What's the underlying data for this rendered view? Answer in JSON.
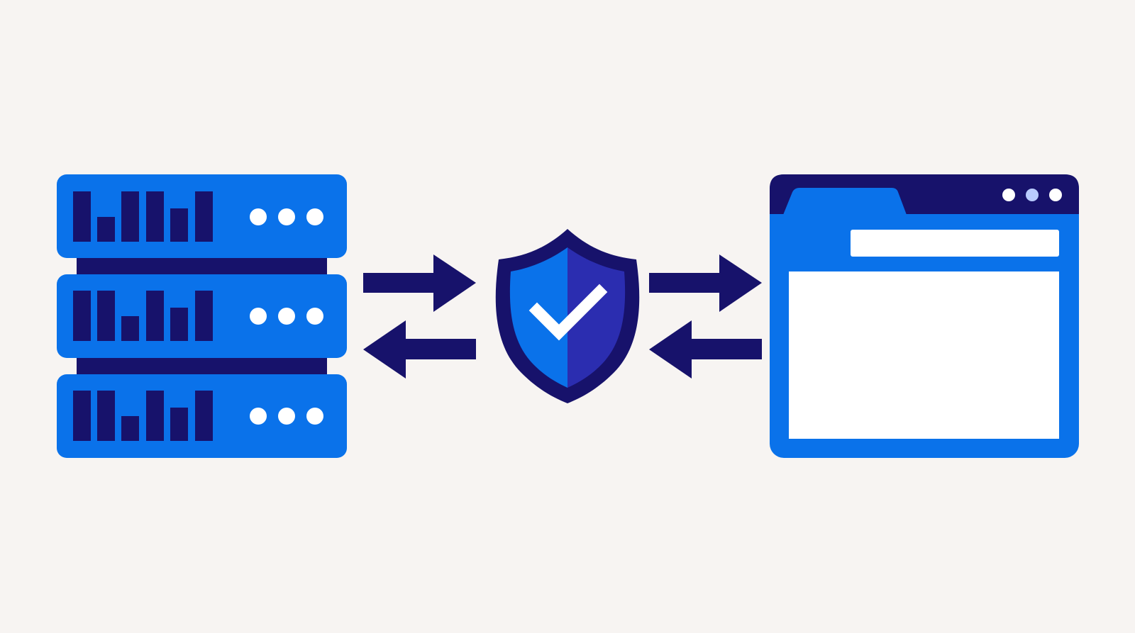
{
  "colors": {
    "background": "#f7f4f2",
    "primary_blue": "#0a72ea",
    "navy": "#17126b",
    "shield_right": "#2b2db0",
    "white": "#ffffff",
    "light_dot": "#b9ccff"
  },
  "server": {
    "icon": "server-rack-icon",
    "units": [
      {
        "bars": [
          1,
          0.45,
          1,
          1,
          0.65,
          1
        ],
        "indicator_lights": 3
      },
      {
        "bars": [
          1,
          1,
          0.5,
          1,
          0.65,
          1
        ],
        "indicator_lights": 3
      },
      {
        "bars": [
          1,
          1,
          0.5,
          1,
          0.65,
          1
        ],
        "indicator_lights": 3
      }
    ]
  },
  "shield": {
    "icon": "security-shield-check-icon"
  },
  "browser": {
    "icon": "browser-window-icon",
    "window_controls": 3
  },
  "arrows": [
    {
      "name": "server-to-shield-arrow",
      "direction": "right"
    },
    {
      "name": "shield-to-server-arrow",
      "direction": "left"
    },
    {
      "name": "shield-to-browser-arrow",
      "direction": "right"
    },
    {
      "name": "browser-to-shield-arrow",
      "direction": "left"
    }
  ]
}
